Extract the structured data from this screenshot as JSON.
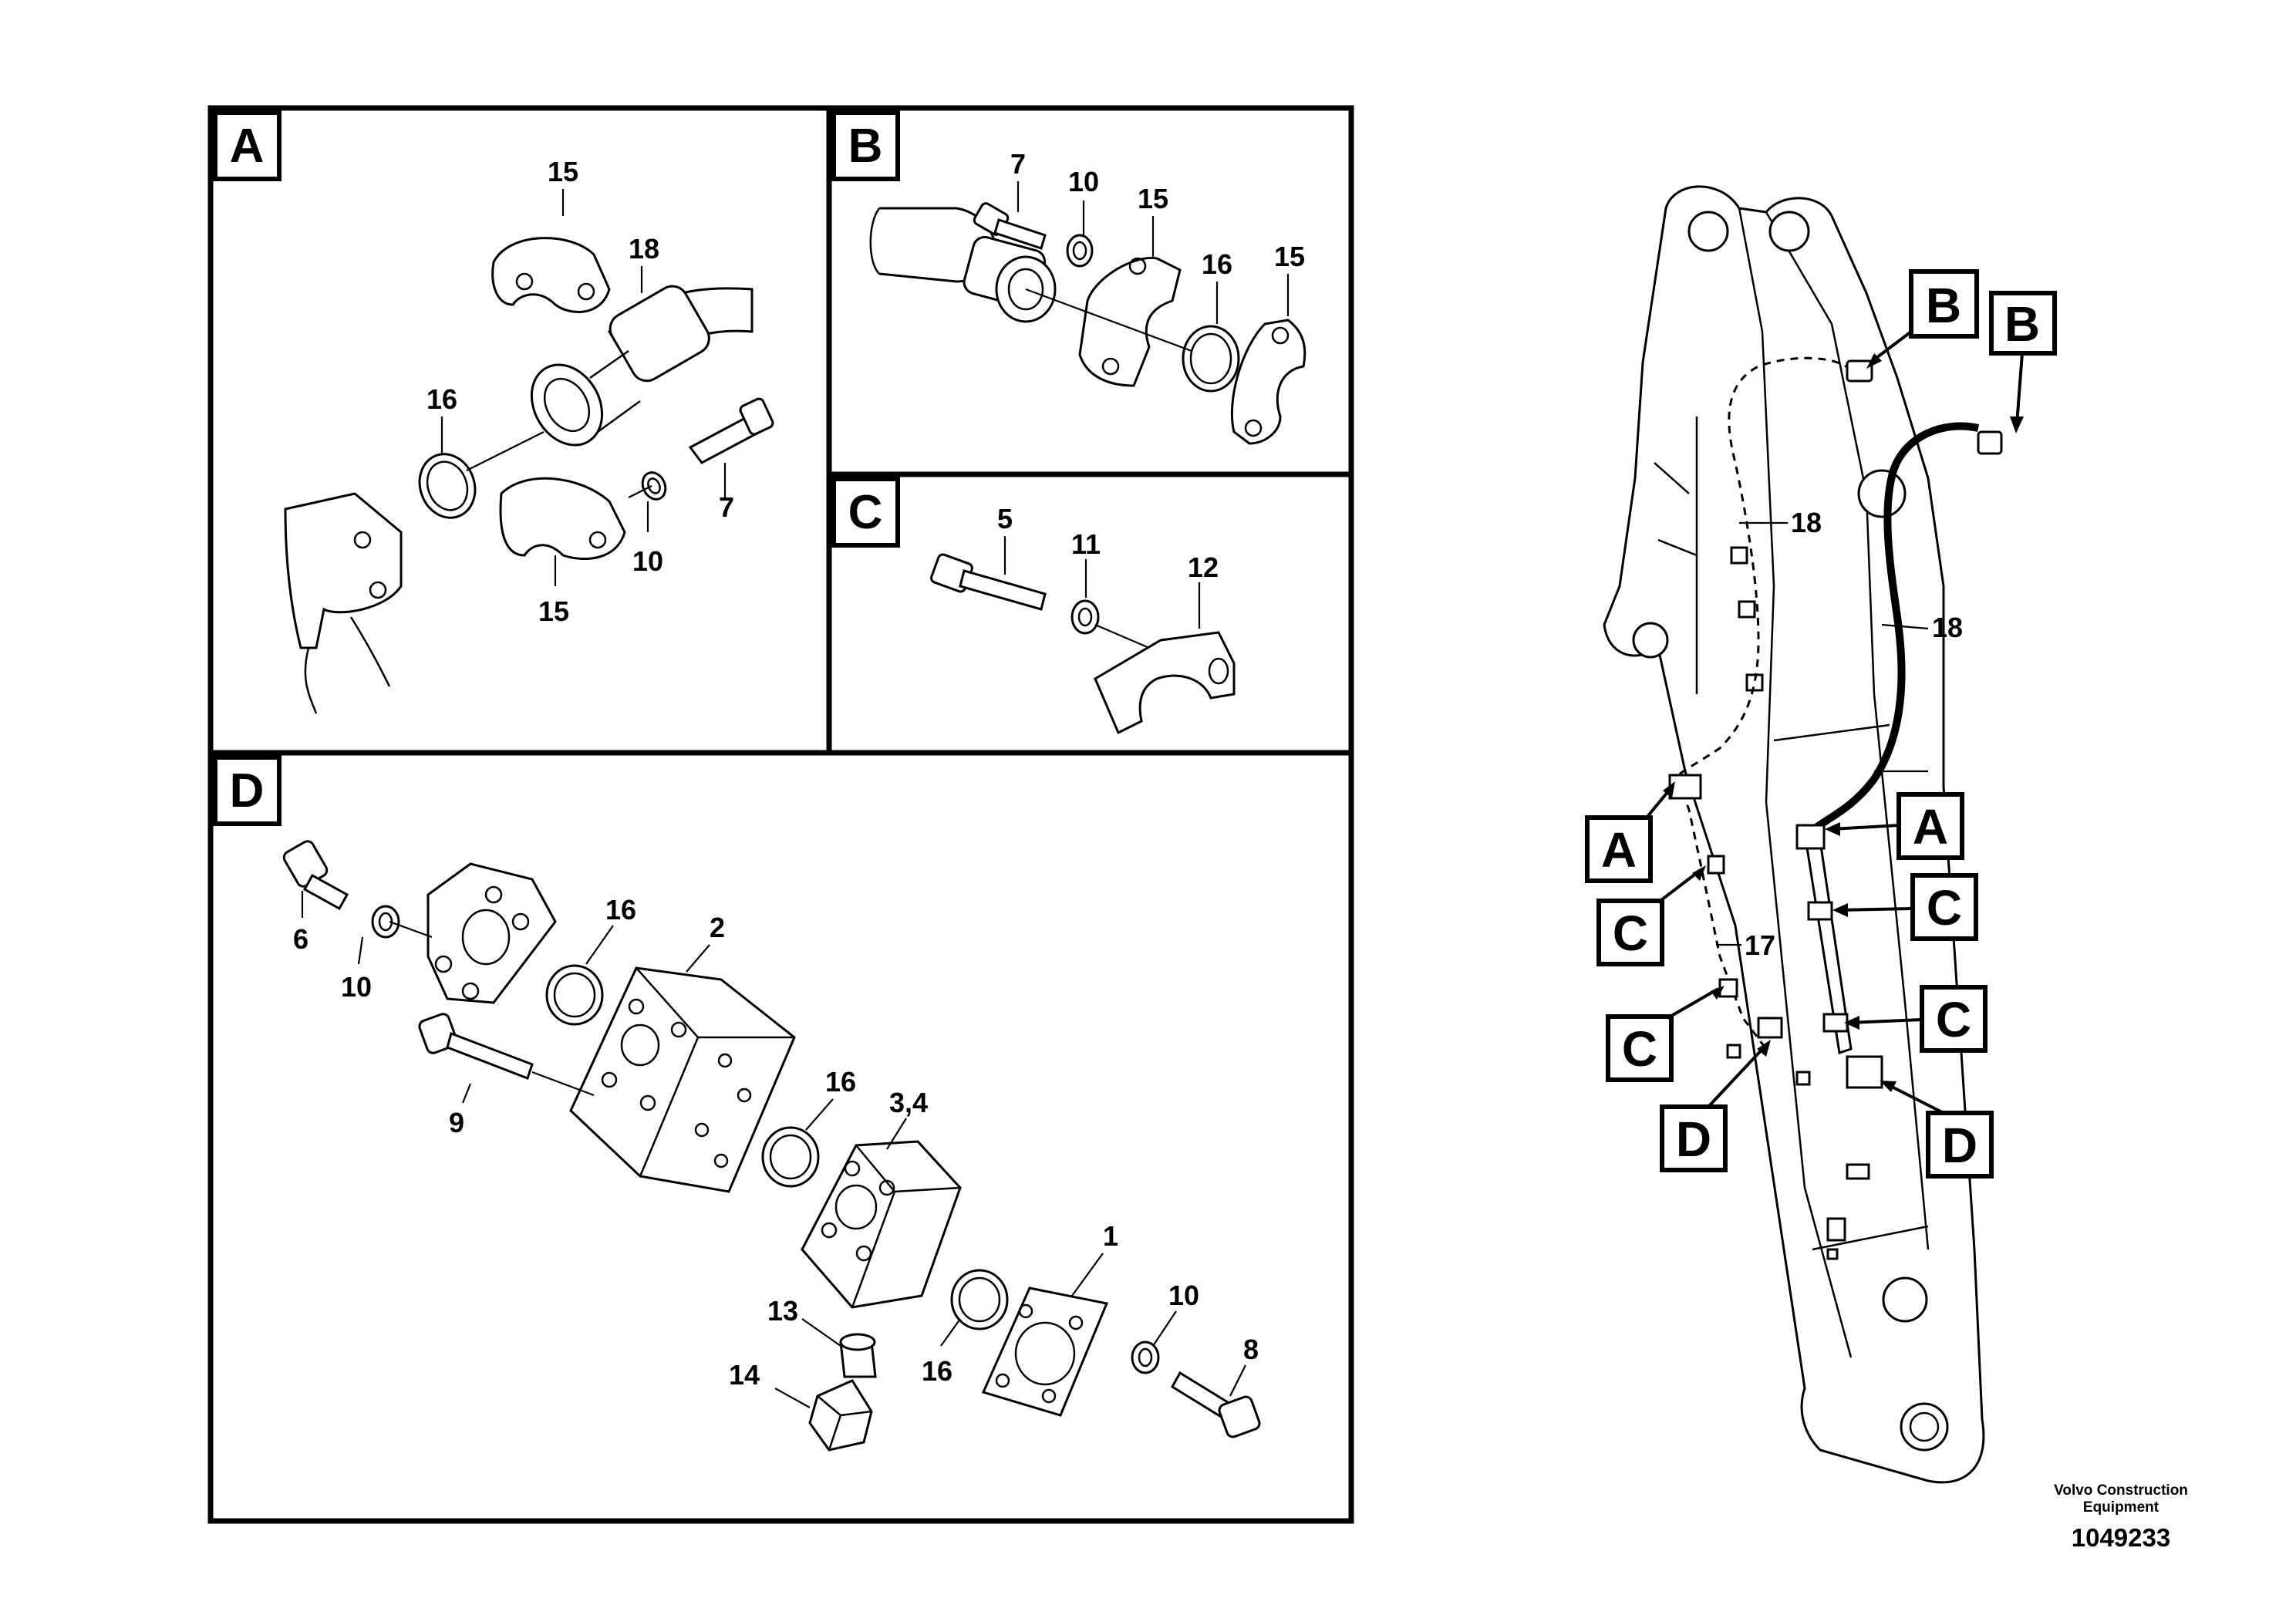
{
  "panels": {
    "A": {
      "letter": "A",
      "labels": {
        "p15a": "15",
        "p18": "18",
        "p16": "16",
        "p7": "7",
        "p10": "10",
        "p15b": "15"
      }
    },
    "B": {
      "letter": "B",
      "labels": {
        "p7": "7",
        "p10": "10",
        "p15a": "15",
        "p16": "16",
        "p15b": "15"
      }
    },
    "C": {
      "letter": "C",
      "labels": {
        "p5": "5",
        "p11": "11",
        "p12": "12"
      }
    },
    "D": {
      "letter": "D",
      "labels": {
        "p6": "6",
        "p10a": "10",
        "p16a": "16",
        "p2": "2",
        "p9": "9",
        "p16b": "16",
        "p34": "3,4",
        "p1": "1",
        "p13": "13",
        "p10b": "10",
        "p8": "8",
        "p14": "14",
        "p16c": "16"
      }
    }
  },
  "overview": {
    "labels": {
      "p18a": "18",
      "p18b": "18",
      "p17": "17"
    },
    "refs": {
      "B1": "B",
      "B2": "B",
      "A1": "A",
      "A2": "A",
      "C1": "C",
      "C2": "C",
      "C3": "C",
      "C4": "C",
      "D1": "D",
      "D2": "D"
    }
  },
  "footer": {
    "company_line1": "Volvo Construction",
    "company_line2": "Equipment",
    "drawing_number": "1049233"
  }
}
